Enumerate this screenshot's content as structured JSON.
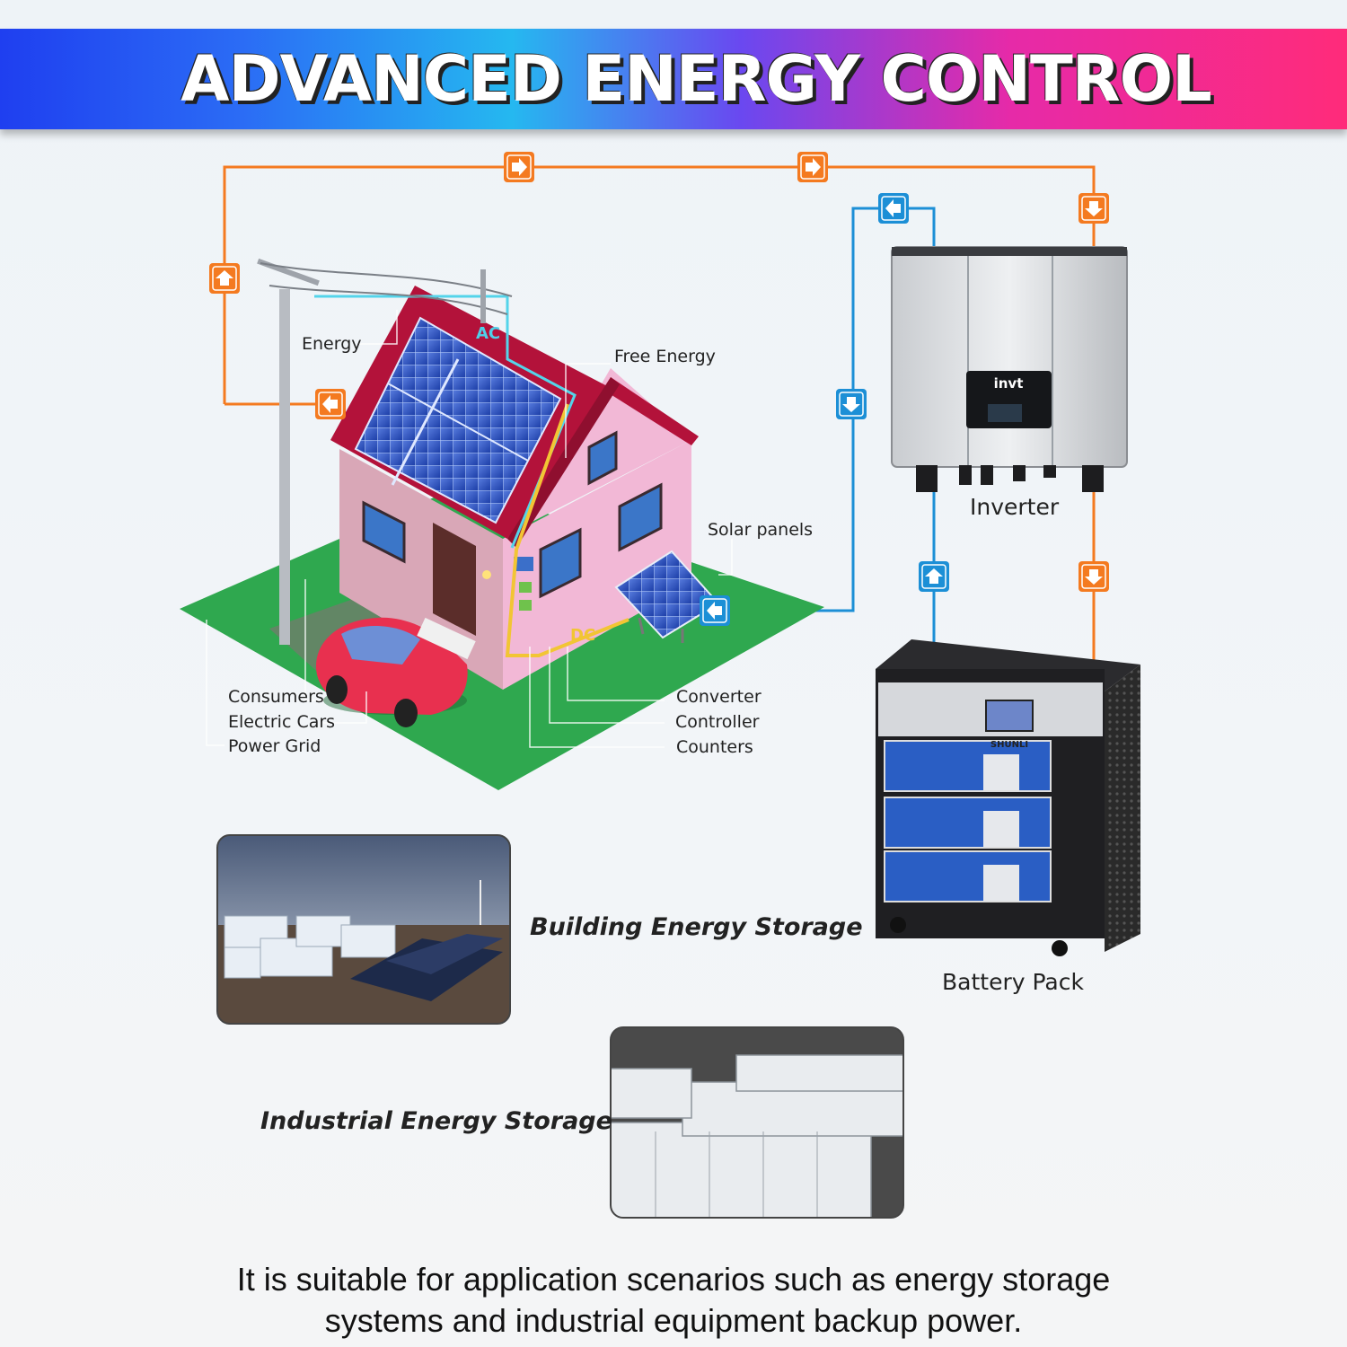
{
  "header": {
    "title": "ADVANCED ENERGY CONTROL"
  },
  "labels": {
    "energy": "Energy",
    "free_energy": "Free Energy",
    "ac": "AC",
    "dc": "DC",
    "solar_panels": "Solar panels",
    "inverter": "Inverter",
    "battery_pack": "Battery Pack",
    "consumers": "Consumers",
    "electric_cars": "Electric Cars",
    "power_grid": "Power Grid",
    "converter": "Converter",
    "controller": "Controller",
    "counters": "Counters"
  },
  "brand_marks": {
    "inverter": "invt",
    "battery": "SHUNLI"
  },
  "storage": {
    "building": "Building Energy Storage",
    "industrial": "Industrial Energy Storage"
  },
  "caption": {
    "line1": "It is suitable for application scenarios such as energy storage",
    "line2": "systems and industrial equipment backup power."
  },
  "colors": {
    "flow_orange": "#f47a20",
    "flow_blue": "#1c8fd6",
    "roof": "#b3123a",
    "wall": "#f2b8d6",
    "grass": "#2fa84f",
    "car": "#e8304f"
  },
  "icons": [
    "arrow-right-icon",
    "arrow-left-icon",
    "arrow-up-icon",
    "arrow-down-icon"
  ]
}
